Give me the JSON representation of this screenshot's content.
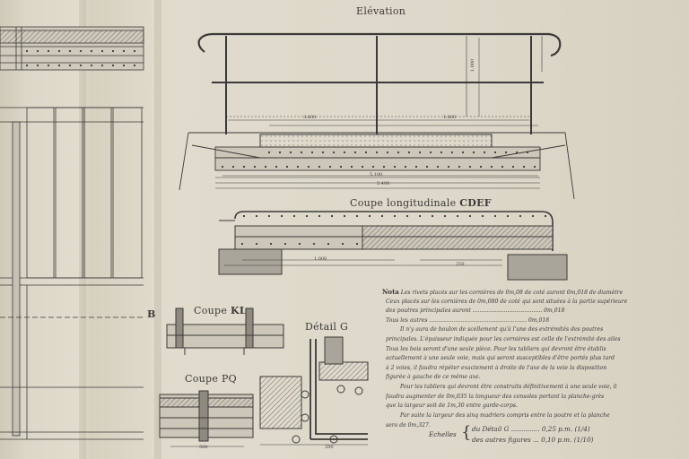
{
  "drawing": {
    "elevation_title": "Elévation",
    "section_cdef_prefix": "Coupe longitudinale ",
    "section_cdef_letters": "CDEF",
    "section_kl_prefix": "Coupe ",
    "section_kl_letters": "KL",
    "section_pq": "Coupe PQ",
    "detail_g": "Détail G",
    "marker_b": "B"
  },
  "notes": {
    "heading": "Nota",
    "lines": [
      "Les rivets placés sur les cornières de 0m,08 de coté auront 0m,018 de diamètre",
      "Ceux placés sur les cornières de 0m,080 de coté qui sont situées à la partie supérieure",
      "des poutres principales auront ........................................ 0m,018",
      "Tous les autres ........................................................ 0m,018",
      "Il n'y aura de boulon de scellement qu'à l'une des extrémités des poutres",
      "principales. L'épaisseur indiquée pour les cornières est celle de l'extrémité des ailes",
      "Tous les bois seront d'une seule pièce. Pour les tabliers qui devront être établis",
      "actuellement à une seule voie, mais qui seront susceptibles d'être portés plus tard",
      "à 2 voies, il faudra répéter exactement à droite de l'axe de la voie la disposition",
      "figurée à gauche de ce même axe.",
      "Pour les tabliers qui devront être construits définitivement à une seule voie, il",
      "faudra augmenter de 0m,035 la longueur des consoles portant la planche-grès",
      "que la largeur soit de 1m,30 entre garde-corps.",
      "Par suite la largeur des sinq madriers compris entre la poutre et la planche",
      "sera de 0m,327."
    ]
  },
  "scales": {
    "label": "Echelles",
    "detail": "du Détail G .............. 0,25 p.m.",
    "detail_ratio": "(1/4)",
    "others": "des autres figures ... 0,10 p.m.",
    "others_ratio": "(1/10)"
  },
  "dimensions": {
    "elev_total": "5.400",
    "elev_left": "3.600",
    "elev_right": "1.800",
    "elev_height": "1.000",
    "elev_span": "5.100",
    "cdef_len": "1.000",
    "cdef_right": "250",
    "small_a": "500",
    "small_b": "290"
  },
  "colors": {
    "paper": "#dcd7c8",
    "ink": "#3a3a3a",
    "hatch": "#7d7a72",
    "fill": "#a9a59a"
  }
}
